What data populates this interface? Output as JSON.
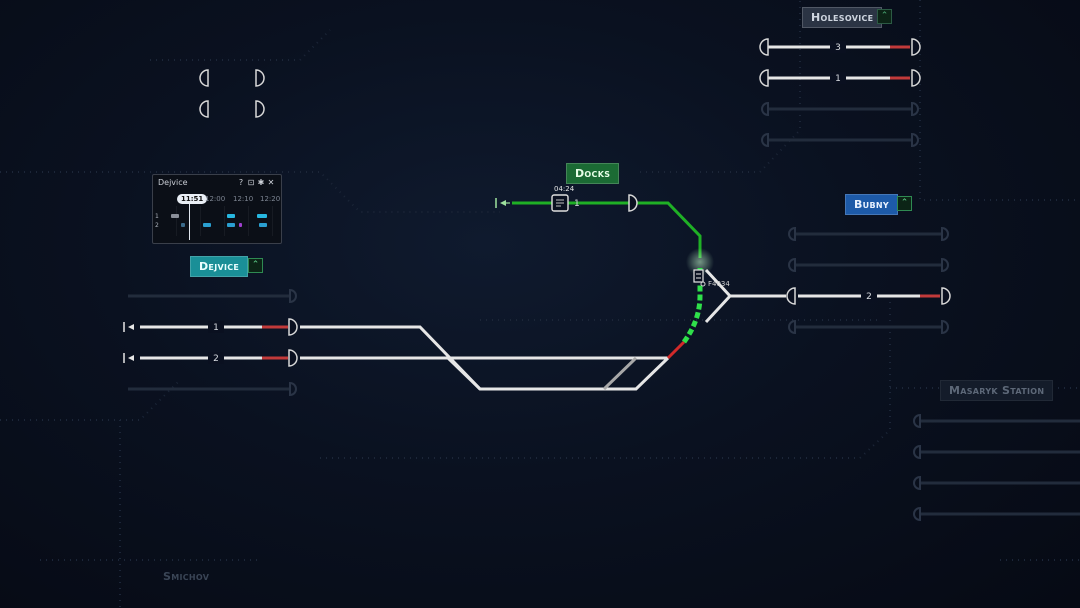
{
  "stations": {
    "holesovice": {
      "name": "Holesovice",
      "color": "#2b3444"
    },
    "docks": {
      "name": "Docks",
      "color": "#1b6b34"
    },
    "bubny": {
      "name": "Bubny",
      "color": "#1d5aa8"
    },
    "dejvice": {
      "name": "Dejvice",
      "color": "#1a8f97"
    },
    "masaryk": {
      "name": "Masaryk Station",
      "color": "#141c2a"
    },
    "smichov": {
      "name": "Smichov"
    }
  },
  "buttons": {
    "expand_glyph": "⌃"
  },
  "platforms": {
    "holesovice_1": "3",
    "holesovice_2": "1",
    "docks_1": "1",
    "bubny_1": "2",
    "dejvice_1": "1",
    "dejvice_2": "2"
  },
  "docks_timer": "04:24",
  "train_id": "F4034",
  "timetable": {
    "title": "Dejvice",
    "now": "11:51",
    "times": [
      "12:00",
      "12:10",
      "12:20"
    ],
    "rows": [
      "1",
      "2"
    ],
    "icons": [
      "help-icon",
      "lock-icon",
      "gear-icon",
      "close-icon"
    ],
    "icon_glyphs": [
      "?",
      "⊡",
      "✱",
      "✕"
    ]
  },
  "colors": {
    "track": "#e6e6e6",
    "route": "#1fb025",
    "route_dashed": "#2fe04a",
    "signal_red": "#d22a2a",
    "accent_green": "#5fd18a"
  }
}
